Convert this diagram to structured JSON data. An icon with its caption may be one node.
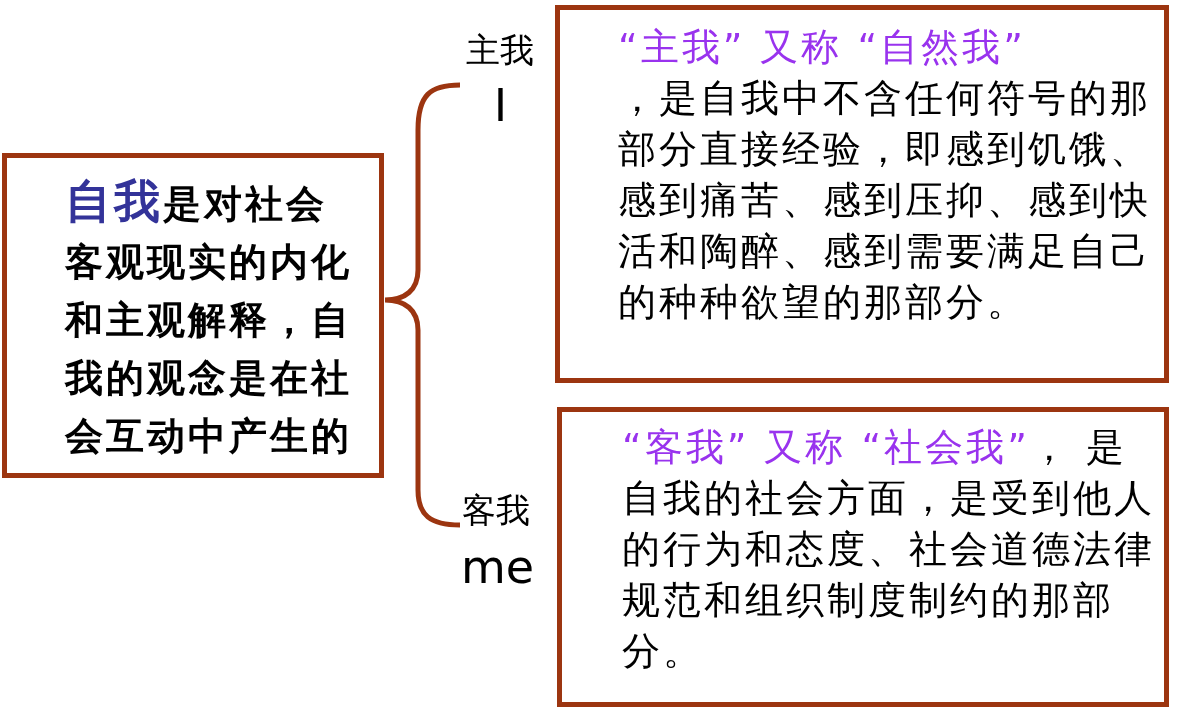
{
  "diagram": {
    "nodes": [
      {
        "text": [
          "**自我**是对社会客观现实的内化和主观解释，自我的观念是在社会互动中产生的"
        ]
      },
      {
        "text": [
          "“主我” 又称 “自然我”",
          "，是自我中不含任何符号的那部分直接经验，即感到饥饿、感到痛苦、感到压抑、感到快活和陶醉、感到需要满足自己的种种欲望的那部分。"
        ]
      },
      {
        "text": [
          "“客我” 又称 “社会我”",
          "， 是自我的社会方面，是受到他人的行为和态度、社会道德法律规范和组织制度制约的那部分。"
        ]
      }
    ],
    "edges": [],
    "labels": [
      "主我",
      "I",
      "客我",
      "me"
    ]
  }
}
